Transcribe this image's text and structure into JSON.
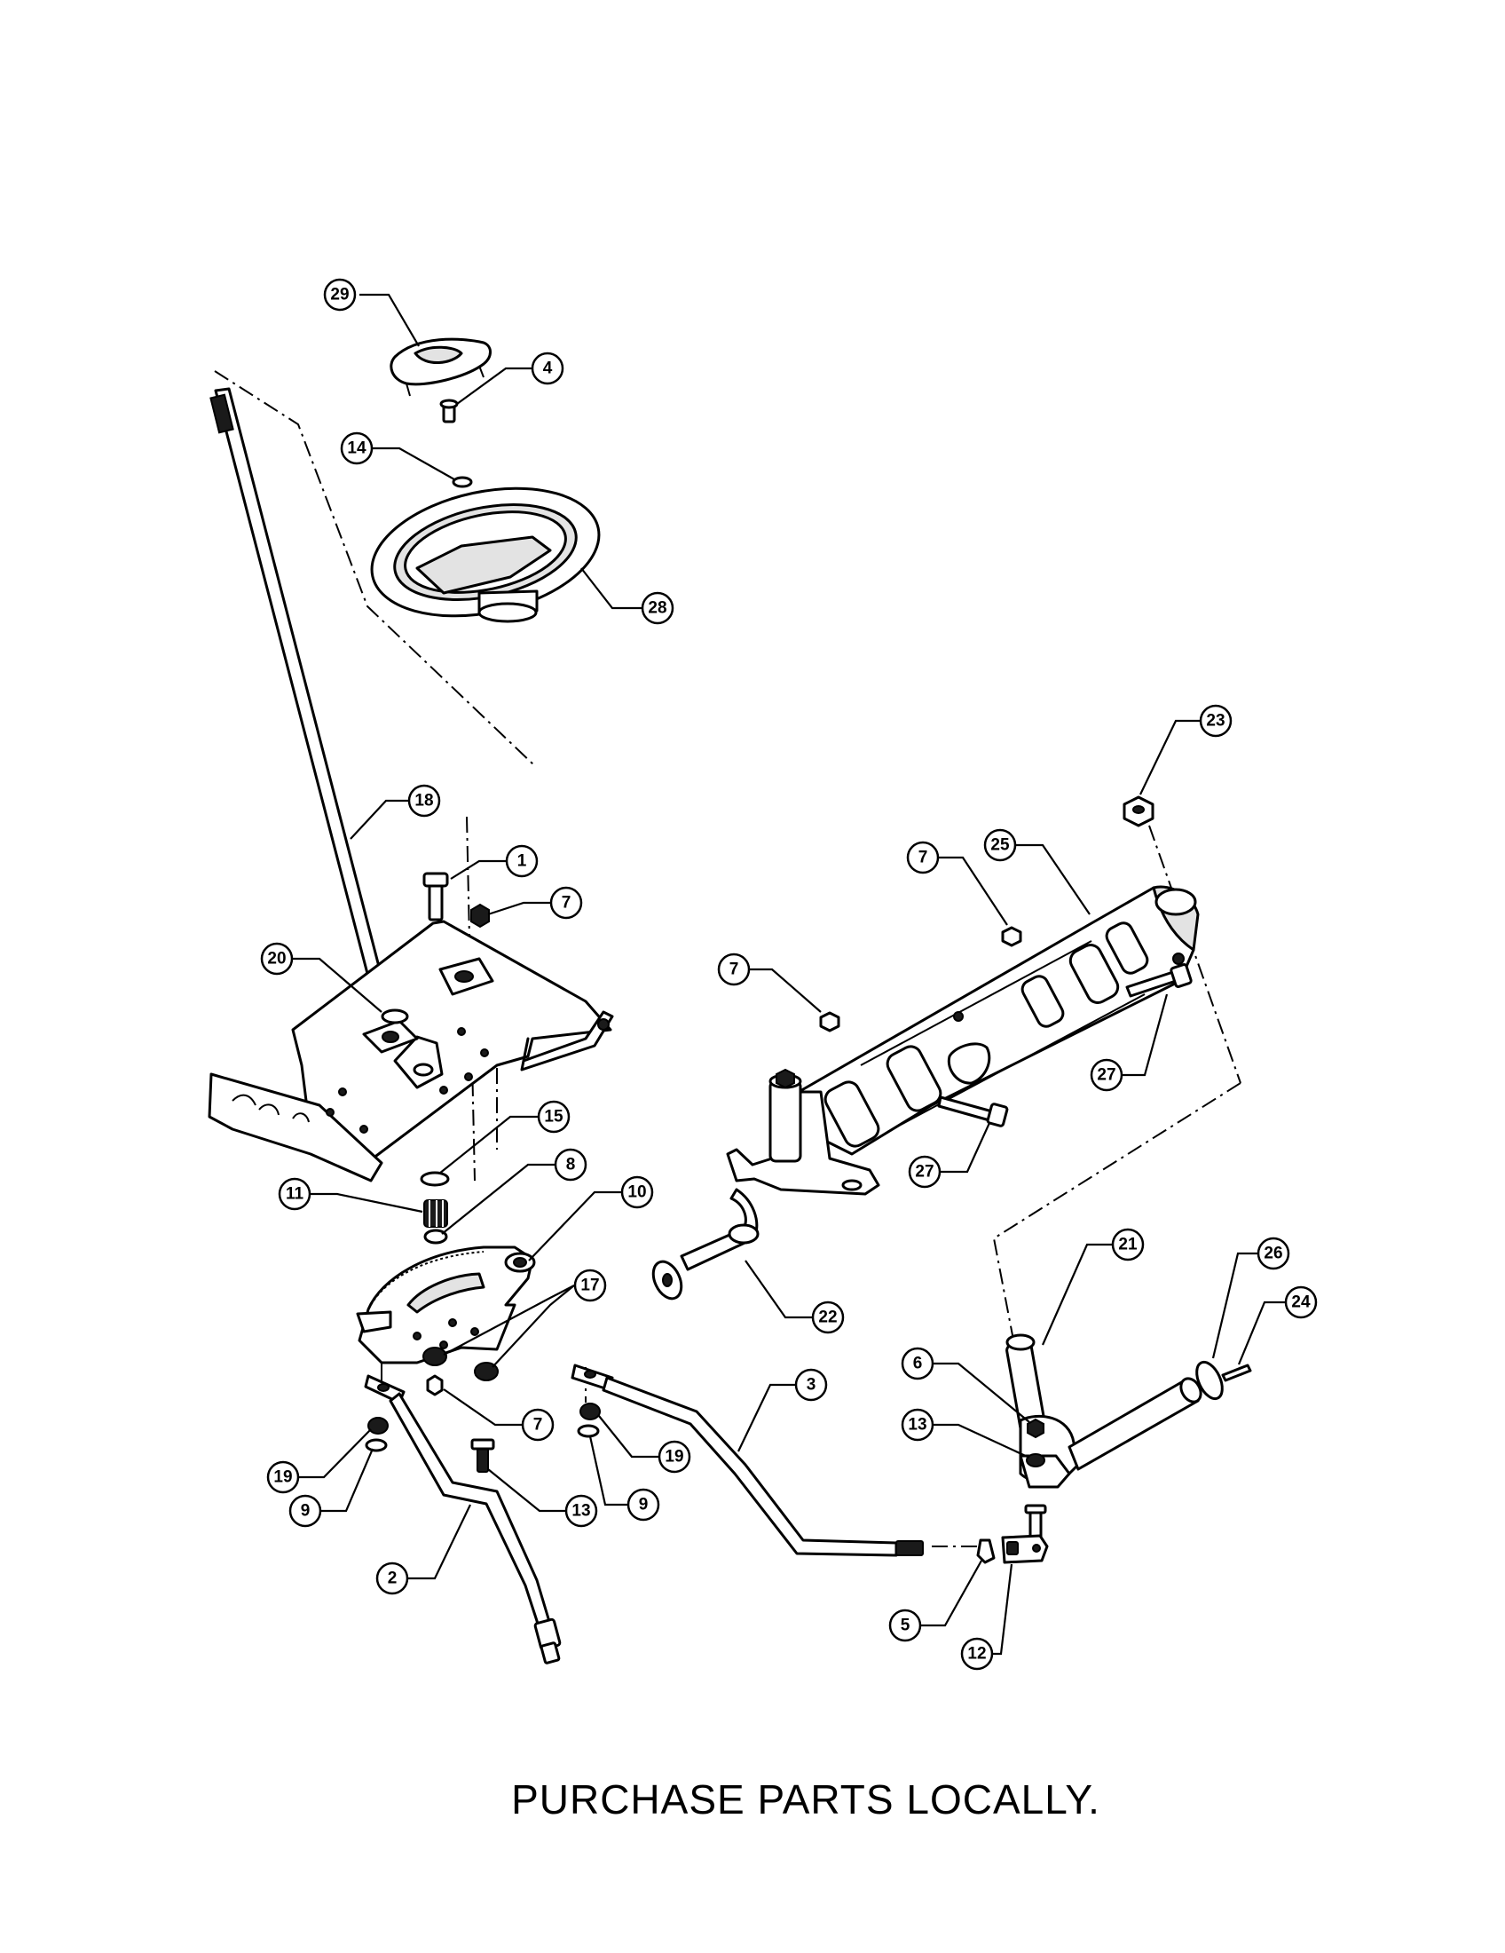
{
  "diagram": {
    "callouts": [
      "29",
      "4",
      "14",
      "28",
      "18",
      "1",
      "7",
      "20",
      "23",
      "25",
      "7",
      "7",
      "27",
      "27",
      "15",
      "11",
      "8",
      "10",
      "17",
      "7",
      "19",
      "9",
      "13",
      "19",
      "9",
      "3",
      "2",
      "22",
      "21",
      "26",
      "24",
      "6",
      "13",
      "5",
      "12"
    ]
  },
  "footer": {
    "note": "PURCHASE PARTS LOCALLY."
  }
}
